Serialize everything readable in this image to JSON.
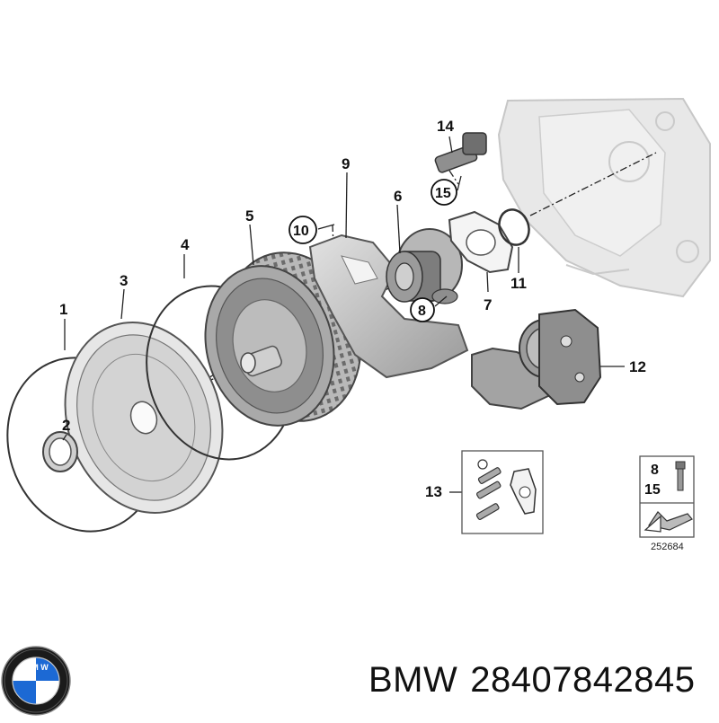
{
  "diagram": {
    "callouts": {
      "c1": "1",
      "c2": "2",
      "c3": "3",
      "c4": "4",
      "c5": "5",
      "c6": "6",
      "c7": "7",
      "c8": "8",
      "c9": "9",
      "c10": "10",
      "c11": "11",
      "c12": "12",
      "c13": "13",
      "c14": "14",
      "c15": "15"
    },
    "screw_legend": {
      "top": "8",
      "bottom": "15"
    },
    "reference_number": "252684"
  },
  "logo": {
    "letters": "BMW",
    "colors": {
      "blue": "#1c69d4",
      "ring": "#1b1b1b"
    }
  },
  "caption": {
    "brand": "BMW",
    "part_number": "28407842845"
  }
}
